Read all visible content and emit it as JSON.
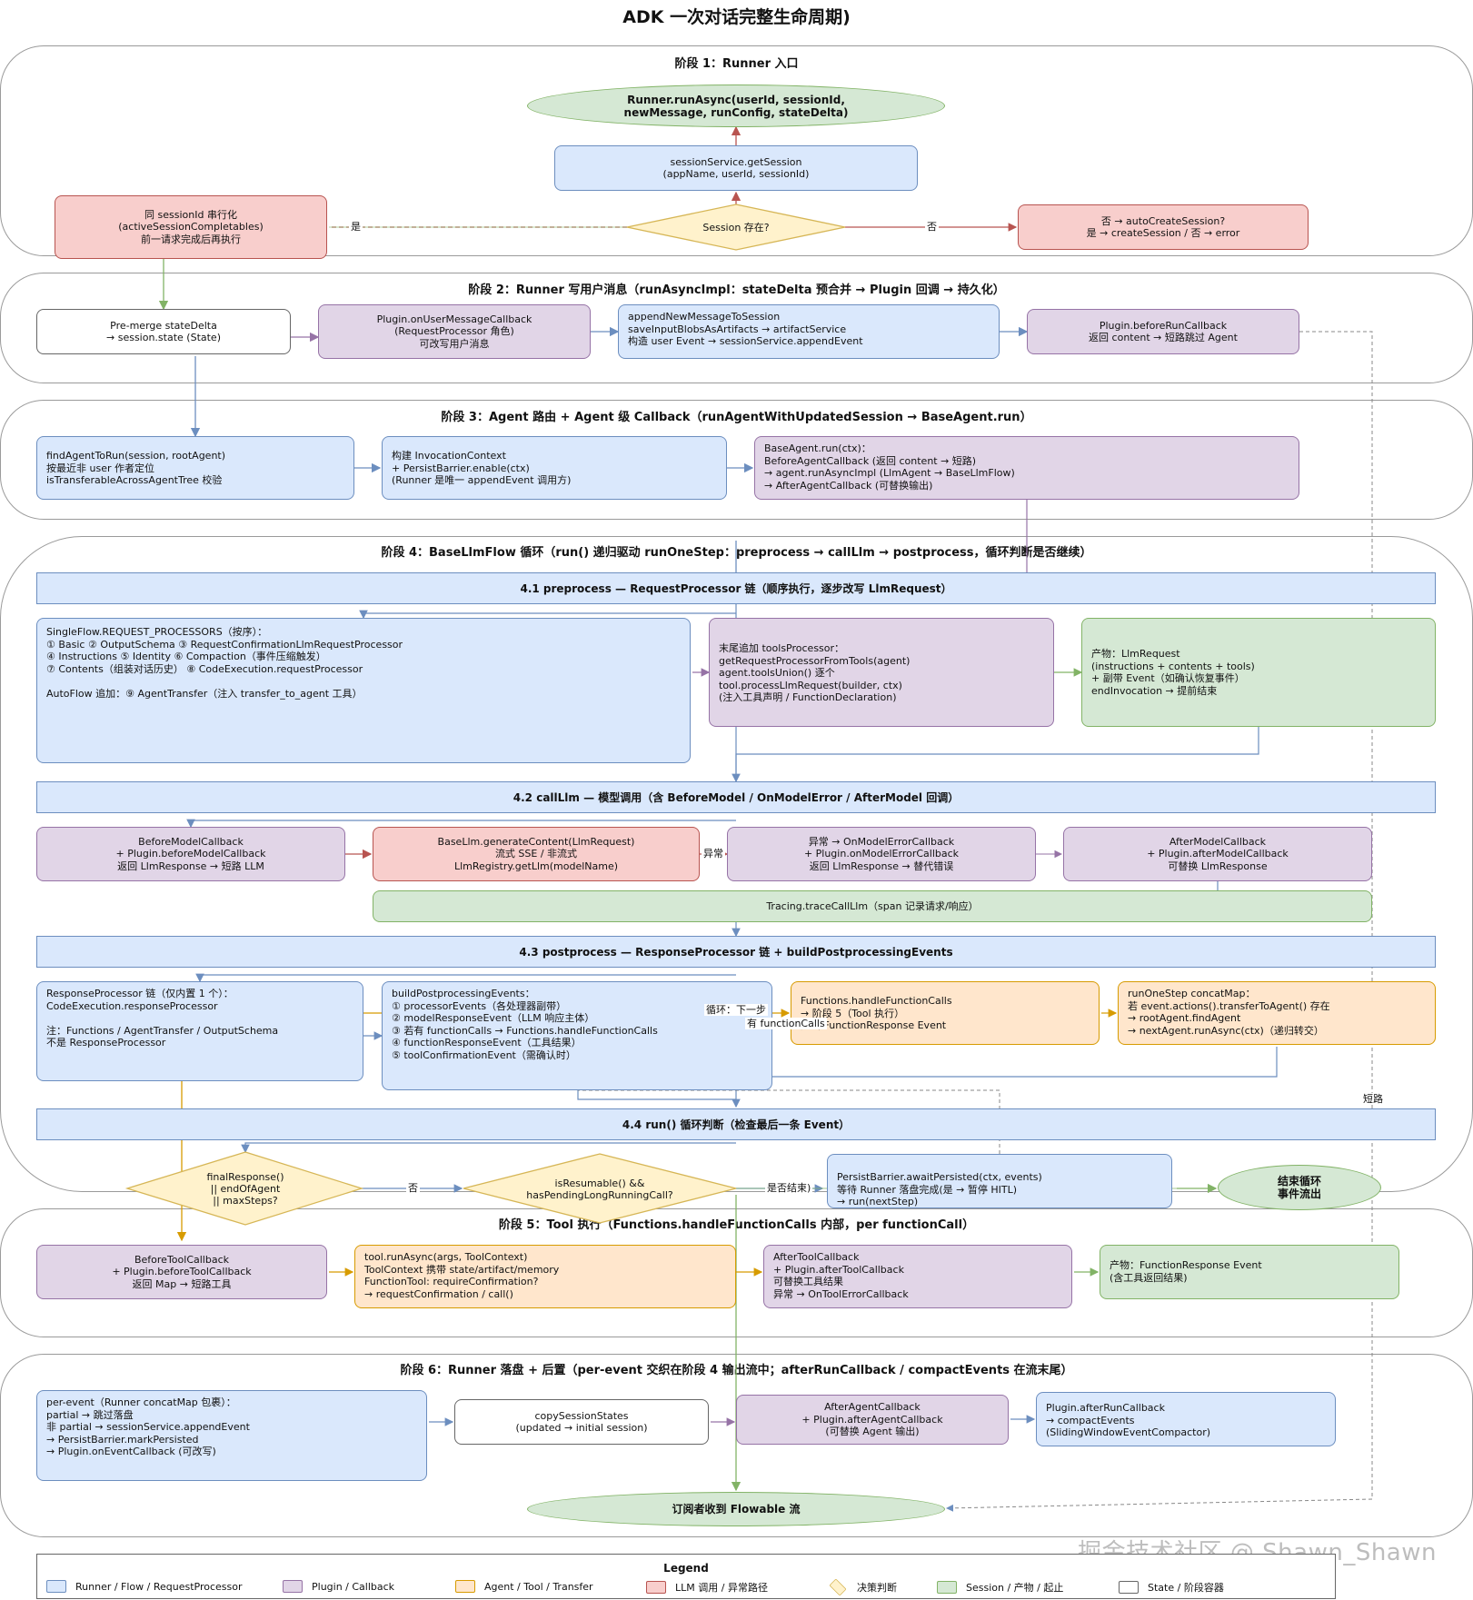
{
  "title": "ADK 一次对话完整生命周期)",
  "stages": {
    "s1": "阶段 1：Runner 入口",
    "s2": "阶段 2：Runner 写用户消息（runAsyncImpl：stateDelta 预合并 → Plugin 回调 → 持久化）",
    "s3": "阶段 3：Agent 路由 + Agent 级 Callback（runAgentWithUpdatedSession → BaseAgent.run）",
    "s4": "阶段 4：BaseLlmFlow 循环（run() 递归驱动 runOneStep：preprocess → callLlm → postprocess，循环判断是否继续）",
    "s5": "阶段 5：Tool 执行（Functions.handleFunctionCalls 内部，per functionCall）",
    "s6": "阶段 6：Runner 落盘 + 后置（per-event 交织在阶段 4 输出流中；afterRunCallback / compactEvents 在流末尾）"
  },
  "nodes": {
    "run_async": "Runner.runAsync(userId, sessionId,\nnewMessage, runConfig, stateDelta)",
    "get_session": "sessionService.getSession\n(appName, userId, sessionId)",
    "session_decision": "Session 存在?",
    "serialize": "同 sessionId 串行化\n(activeSessionCompletables)\n前一请求完成后再执行",
    "auto_create": "否 → autoCreateSession?\n是 → createSession / 否 → error",
    "premerge": "Pre-merge stateDelta\n→ session.state (State)",
    "user_msg_cb": "Plugin.onUserMessageCallback\n(RequestProcessor 角色)\n可改写用户消息",
    "append_msg": "appendNewMessageToSession\nsaveInputBlobsAsArtifacts → artifactService\n构造 user Event → sessionService.appendEvent",
    "before_run": "Plugin.beforeRunCallback\n返回 content → 短路跳过 Agent",
    "find_agent": "findAgentToRun(session, rootAgent)\n按最近非 user 作者定位\nisTransferableAcrossAgentTree 校验",
    "inv_ctx": "构建 InvocationContext\n+ PersistBarrier.enable(ctx)\n(Runner 是唯一 appendEvent 调用方)",
    "base_agent_run": "BaseAgent.run(ctx)：\nBeforeAgentCallback (返回 content → 短路)\n→ agent.runAsyncImpl (LlmAgent → BaseLlmFlow)\n→ AfterAgentCallback (可替换输出)",
    "band_41": "4.1 preprocess — RequestProcessor 链（顺序执行，逐步改写 LlmRequest）",
    "req_processors": "SingleFlow.REQUEST_PROCESSORS（按序）：\n① Basic   ② OutputSchema   ③ RequestConfirmationLlmRequestProcessor\n④ Instructions   ⑤ Identity   ⑥ Compaction（事件压缩触发）\n⑦ Contents（组装对话历史）   ⑧ CodeExecution.requestProcessor\n\nAutoFlow 追加：⑨ AgentTransfer（注入 transfer_to_agent 工具）",
    "tools_processor": "末尾追加 toolsProcessor：\ngetRequestProcessorFromTools(agent)\nagent.toolsUnion() 逐个\ntool.processLlmRequest(builder, ctx)\n(注入工具声明 / FunctionDeclaration)",
    "llm_request_out": "产物：LlmRequest\n(instructions + contents + tools)\n+ 副带 Event（如确认恢复事件）\nendInvocation → 提前结束",
    "band_42": "4.2 callLlm — 模型调用（含 BeforeModel / OnModelError / AfterModel 回调）",
    "before_model": "BeforeModelCallback\n+ Plugin.beforeModelCallback\n返回 LlmResponse → 短路 LLM",
    "generate": "BaseLlm.generateContent(LlmRequest)\n流式 SSE / 非流式\nLlmRegistry.getLlm(modelName)",
    "on_model_error": "异常 → OnModelErrorCallback\n+ Plugin.onModelErrorCallback\n返回 LlmResponse → 替代错误",
    "after_model": "AfterModelCallback\n+ Plugin.afterModelCallback\n可替换 LlmResponse",
    "tracing": "Tracing.traceCallLlm（span 记录请求/响应）",
    "band_43": "4.3 postprocess — ResponseProcessor 链 + buildPostprocessingEvents",
    "resp_processor": "ResponseProcessor 链（仅内置 1 个）：\nCodeExecution.responseProcessor\n\n注：Functions / AgentTransfer / OutputSchema\n不是 ResponseProcessor",
    "build_post": "buildPostprocessingEvents：\n① processorEvents（各处理器副带）\n② modelResponseEvent（LLM 响应主体）\n③ 若有 functionCalls → Functions.handleFunctionCalls\n④ functionResponseEvent（工具结果）\n⑤ toolConfirmationEvent（需确认时）",
    "handle_fc": "Functions.handleFunctionCalls\n→ 阶段 5（Tool 执行）\n产出 FunctionResponse Event",
    "concat_map": "runOneStep concatMap：\n若 event.actions().transferToAgent() 存在\n→ rootAgent.findAgent\n→ nextAgent.runAsync(ctx)（递归转交）",
    "band_44": "4.4 run() 循环判断（检查最后一条 Event）",
    "final_decision": "finalResponse()\n|| endOfAgent\n|| maxSteps?",
    "resumable_decision": "isResumable() &&\nhasPendingLongRunningCall?",
    "persist_barrier": "PersistBarrier.awaitPersisted(ctx, events)\n等待 Runner 落盘完成(是 → 暂停 HITL)\n→ run(nextStep)",
    "end_loop": "结束循环\n事件流出",
    "before_tool": "BeforeToolCallback\n+ Plugin.beforeToolCallback\n返回 Map → 短路工具",
    "tool_run": "tool.runAsync(args, ToolContext)\nToolContext 携带 state/artifact/memory\nFunctionTool: requireConfirmation?\n→ requestConfirmation / call()",
    "after_tool": "AfterToolCallback\n+ Plugin.afterToolCallback\n可替换工具结果\n异常 → OnToolErrorCallback",
    "func_resp_out": "产物：FunctionResponse Event\n(含工具返回结果)",
    "per_event": "per-event（Runner concatMap 包裹）：\npartial → 跳过落盘\n非 partial → sessionService.appendEvent\n→ PersistBarrier.markPersisted\n→ Plugin.onEventCallback (可改写)",
    "copy_states": "copySessionStates\n(updated → initial session)",
    "after_agent": "AfterAgentCallback\n+ Plugin.afterAgentCallback\n(可替换 Agent 输出)",
    "after_run": "Plugin.afterRunCallback\n→ compactEvents\n(SlidingWindowEventCompactor)",
    "subscriber": "订阅者收到 Flowable 流"
  },
  "edge_labels": {
    "yes": "是",
    "no": "否",
    "exception": "异常",
    "loop_next": "循环：下一步",
    "has_fc": "有 functionCalls",
    "no_2": "否",
    "yes_end": "是否结束)",
    "short_circuit": "短路"
  },
  "legend": {
    "title": "Legend",
    "items": [
      {
        "label": "Runner / Flow / RequestProcessor",
        "color": "#dae8fc",
        "border": "#6c8ebf"
      },
      {
        "label": "Plugin / Callback",
        "color": "#e1d5e7",
        "border": "#9673a6"
      },
      {
        "label": "Agent / Tool / Transfer",
        "color": "#ffe6cc",
        "border": "#d79b00"
      },
      {
        "label": "LLM 调用 / 异常路径",
        "color": "#f8cecc",
        "border": "#b85450"
      },
      {
        "label": "决策判断",
        "color": "#fff2cc",
        "border": "#d6b656"
      },
      {
        "label": "Session / 产物 / 起止",
        "color": "#d5e8d4",
        "border": "#82b366"
      },
      {
        "label": "State / 阶段容器",
        "color": "#ffffff",
        "border": "#666666"
      }
    ]
  },
  "watermark": "掘金技术社区 @ Shawn_Shawn"
}
